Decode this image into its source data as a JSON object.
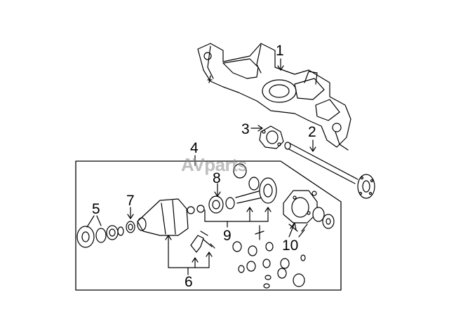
{
  "watermark": {
    "brand": "AVparts"
  },
  "callouts": [
    "1",
    "2",
    "3",
    "4",
    "5",
    "6",
    "7",
    "8",
    "9",
    "10"
  ],
  "colors": {
    "line": "#000000",
    "background": "#ffffff",
    "watermark": "#8a8a8a"
  }
}
